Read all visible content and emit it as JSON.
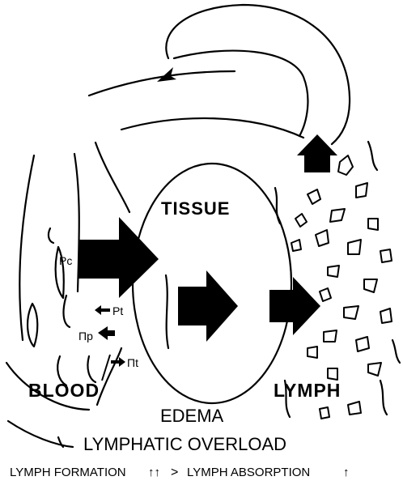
{
  "labels": {
    "tissue": "TISSUE",
    "blood": "BLOOD",
    "lymph": "LYMPH",
    "edema": "EDEMA",
    "overload": "LYMPHATIC OVERLOAD",
    "pc": "Pc",
    "pt": "Pt",
    "pi_p": "Πp",
    "pi_t": "Πt"
  },
  "caption": {
    "formation": "LYMPH FORMATION",
    "formation_arrows": "↑↑",
    "comparator": ">",
    "absorption": "LYMPH ABSORPTION",
    "absorption_arrow": "↑"
  },
  "colors": {
    "ink": "#000000",
    "paper": "#ffffff"
  }
}
